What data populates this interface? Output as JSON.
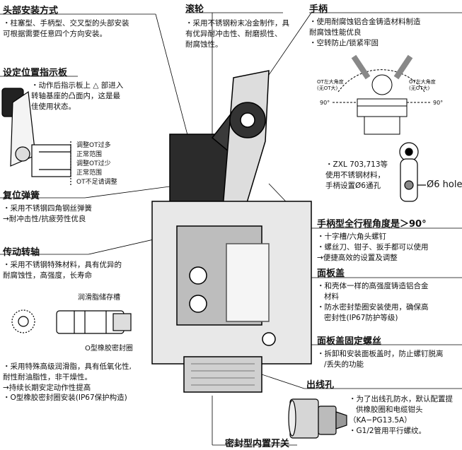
{
  "sections": {
    "head_mount": {
      "title": "头部安装方式",
      "lines": [
        "・柱塞型、手柄型、交叉型的头部安装",
        "可根据需要任意四个方向安装。"
      ]
    },
    "roller": {
      "title": "滚轮",
      "lines": [
        "・采用不锈钢粉末冶金制作，具",
        "有优异耐冲击性、耐磨损性、",
        "耐腐蚀性。"
      ]
    },
    "lever": {
      "title": "手柄",
      "lines": [
        "・使用耐腐蚀铝合金铸造材料制造",
        "耐腐蚀性能优良",
        "・空转防止/锁紧牢固"
      ]
    },
    "indicator": {
      "title": "设定位置指示板",
      "lines": [
        "・动作后指示板上 △ 部进入",
        "转轴基座的凸面内，这是最",
        "佳使用状态。"
      ],
      "legend": [
        "调整OT过多",
        "正常范围",
        "调整OT过少",
        "正常范围",
        "OT不足请调整"
      ]
    },
    "zxl": {
      "lines": [
        "・ZXL 703,713等",
        "使用不锈钢材料，",
        "手柄设置Ø6通孔"
      ],
      "hole_label": "Ø6 hole"
    },
    "return_spring": {
      "title": "复位弹簧",
      "lines": [
        "・采用不锈钢四角钢丝弹簧",
        "→耐冲击性/抗疲劳性优良"
      ]
    },
    "lever_stroke": {
      "title": "手柄型全行程角度是＞90°",
      "lines": [
        "・十字槽/六角头螺钉",
        "・螺丝刀、钳子、扳手都可以使用",
        "→便捷高效的设置及调整"
      ]
    },
    "shaft": {
      "title": "传动转轴",
      "lines": [
        "・采用不锈钢特殊材料，具有优异的",
        "耐腐蚀性，高强度，长寿命"
      ],
      "groove_label": "润滑脂储存槽",
      "oring_label": "O型橡胶密封圈",
      "lines2": [
        "・采用特殊高级润滑脂，具有低氧化性,",
        "耐性耐油脂性，非干燥性。",
        "→持续长期安定动作性提高"
      ],
      "lines3": [
        "・O型橡胶密封圈安装(IP67保护构造)"
      ]
    },
    "cover": {
      "title": "面板盖",
      "lines": [
        "・和壳体一样的高强度铸造铝合金",
        "材料",
        "・防水密封垫圈安装使用，确保高",
        "密封性(IP67防护等级)"
      ]
    },
    "cover_screw": {
      "title": "面板盖固定螺丝",
      "lines": [
        "・拆卸和安装面板盖时，防止螺钉脱离",
        "/丢失的功能"
      ]
    },
    "cable": {
      "title": "出线孔",
      "lines": [
        "・为了出线孔防水，默认配置提",
        "供橡胶圈和电缆钳头",
        "（KA−PG13.5A）",
        "・G1/2管用平行螺纹。"
      ]
    },
    "switch_label": "密封型内置开关",
    "ot_left": "OT左大角度\n(无OT大)",
    "ot_right": "OT左大角度\n(无OT大)",
    "angle_left": "90°",
    "angle_right": "90°"
  }
}
